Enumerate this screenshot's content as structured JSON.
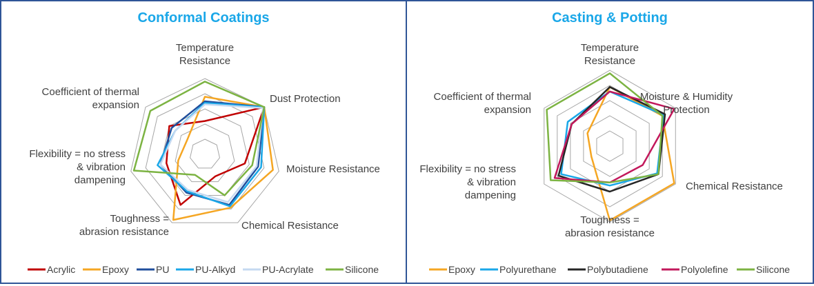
{
  "colors": {
    "border": "#2f5597",
    "title": "#1aa7e8",
    "grid": "#a6a6a6",
    "text": "#404040"
  },
  "chart_data": [
    {
      "type": "radar",
      "title": "Conformal Coatings",
      "axes": [
        "Temperature Resistance",
        "Dust Protection",
        "Moisture Resistance",
        "Chemical Resistance",
        "Toughness = abrasion resistance",
        "Flexibility = no stress & vibration dampening",
        "Coefficient of thermal expansion"
      ],
      "axis_label_lines": [
        [
          "Temperature",
          "Resistance"
        ],
        [
          "Dust Protection"
        ],
        [
          "Moisture Resistance"
        ],
        [
          "Chemical Resistance"
        ],
        [
          "Toughness =",
          "abrasion resistance"
        ],
        [
          "Flexibility = no stress",
          "& vibration",
          "dampening"
        ],
        [
          "Coefficient of thermal",
          "expansion"
        ]
      ],
      "rings": 5,
      "range": [
        0,
        5
      ],
      "series": [
        {
          "name": "Acrylic",
          "color": "#c00000",
          "values": [
            2.2,
            5.0,
            2.7,
            1.6,
            3.7,
            2.6,
            3.0
          ]
        },
        {
          "name": "Epoxy",
          "color": "#f5a623",
          "values": [
            3.8,
            5.0,
            4.6,
            3.9,
            4.8,
            1.8,
            1.5
          ]
        },
        {
          "name": "PU",
          "color": "#1f4e9c",
          "values": [
            3.5,
            5.0,
            3.6,
            3.7,
            2.8,
            3.0,
            2.8
          ]
        },
        {
          "name": "PU-Alkyd",
          "color": "#1aa7e8",
          "values": [
            3.4,
            5.0,
            3.8,
            3.8,
            2.7,
            3.2,
            2.5
          ]
        },
        {
          "name": "PU-Acrylate",
          "color": "#c5d9f1",
          "values": [
            3.3,
            4.9,
            3.5,
            3.5,
            2.6,
            3.0,
            2.5
          ]
        },
        {
          "name": "Silicone",
          "color": "#7cb342",
          "values": [
            4.8,
            5.0,
            3.2,
            3.0,
            1.5,
            4.8,
            4.6
          ]
        }
      ],
      "legend": "bottom"
    },
    {
      "type": "radar",
      "title": "Casting & Potting",
      "axes": [
        "Temperature Resistance",
        "Moisture & Humidity Protection",
        "Chemical Resistance",
        "Toughness = abrasion resistance",
        "Flexibility = no stress & vibration dampening",
        "Coefficient of thermal expansion"
      ],
      "axis_label_lines": [
        [
          "Temperature",
          "Resistance"
        ],
        [
          "Moisture & Humidity",
          "Protection"
        ],
        [
          "Chemical Resistance"
        ],
        [
          "Toughness =",
          "abrasion resistance"
        ],
        [
          "Flexibility = no stress",
          "& vibration",
          "dampening"
        ],
        [
          "Coefficient of thermal",
          "expansion"
        ]
      ],
      "rings": 5,
      "range": [
        0,
        5
      ],
      "series": [
        {
          "name": "Epoxy",
          "color": "#f5a623",
          "values": [
            3.9,
            4.0,
            4.9,
            4.9,
            1.4,
            1.7
          ]
        },
        {
          "name": "Polyurethane",
          "color": "#1aa7e8",
          "values": [
            3.6,
            4.1,
            3.6,
            2.6,
            3.7,
            3.2
          ]
        },
        {
          "name": "Polybutadiene",
          "color": "#262626",
          "values": [
            3.9,
            4.2,
            3.7,
            3.0,
            3.9,
            2.9
          ]
        },
        {
          "name": "Polyolefine",
          "color": "#c2185b",
          "values": [
            3.6,
            4.9,
            2.5,
            2.4,
            4.2,
            2.9
          ]
        },
        {
          "name": "Silicone",
          "color": "#7cb342",
          "values": [
            4.8,
            4.0,
            3.7,
            2.4,
            4.5,
            4.8
          ]
        }
      ],
      "legend": "bottom"
    }
  ]
}
